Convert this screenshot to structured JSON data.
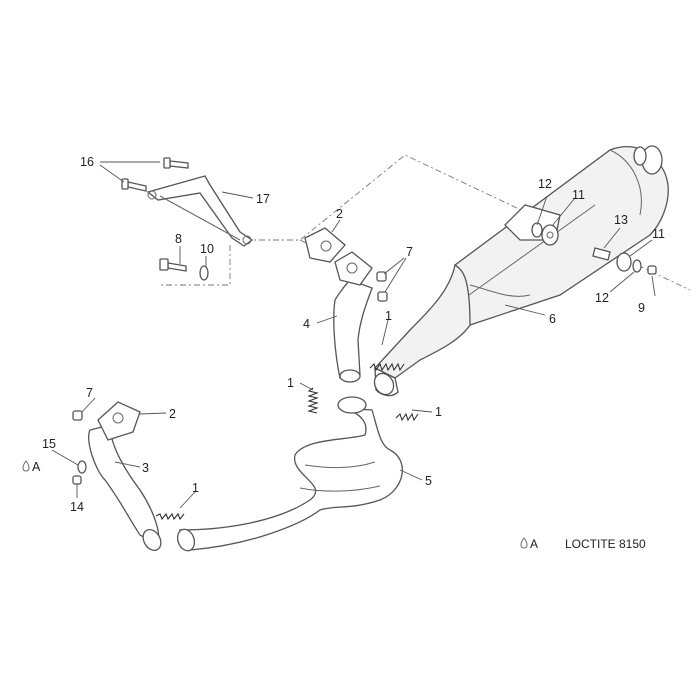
{
  "labels": {
    "p1a": "1",
    "p1b": "1",
    "p1c": "1",
    "p1d": "1",
    "p2a": "2",
    "p2b": "2",
    "p3": "3",
    "p4": "4",
    "p5": "5",
    "p6": "6",
    "p7a": "7",
    "p7b": "7",
    "p8": "8",
    "p9": "9",
    "p10": "10",
    "p11a": "11",
    "p11b": "11",
    "p12a": "12",
    "p12b": "12",
    "p13": "13",
    "p14": "14",
    "p15": "15",
    "p16": "16",
    "p17": "17"
  },
  "loctite_mark": "A",
  "legend": {
    "mark": "A",
    "text": "LOCTITE 8150"
  },
  "icons": {
    "drop": "drop-icon"
  }
}
